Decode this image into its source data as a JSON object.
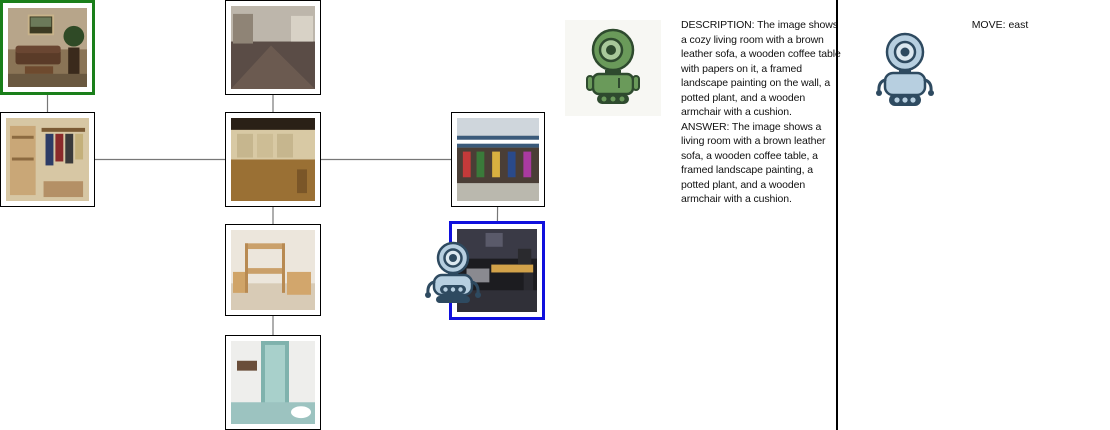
{
  "graph": {
    "nodes": [
      {
        "id": "living-room",
        "scene": "living-room",
        "border": "green"
      },
      {
        "id": "closet",
        "scene": "closet",
        "border": "black"
      },
      {
        "id": "basement-top",
        "scene": "basement",
        "border": "black"
      },
      {
        "id": "empty-hall",
        "scene": "hall",
        "border": "black"
      },
      {
        "id": "bunk-bedroom",
        "scene": "bedroom",
        "border": "black"
      },
      {
        "id": "bathroom",
        "scene": "bathroom",
        "border": "black"
      },
      {
        "id": "street-market",
        "scene": "street",
        "border": "black"
      },
      {
        "id": "studio-room",
        "scene": "studio",
        "border": "blue"
      }
    ],
    "edges": [
      [
        "living-room",
        "closet"
      ],
      [
        "closet",
        "empty-hall"
      ],
      [
        "basement-top",
        "empty-hall"
      ],
      [
        "empty-hall",
        "street-market"
      ],
      [
        "empty-hall",
        "bunk-bedroom"
      ],
      [
        "bunk-bedroom",
        "bathroom"
      ],
      [
        "street-market",
        "studio-room"
      ]
    ],
    "agent_at": "studio-room"
  },
  "colors": {
    "start_border": "#1a7f1a",
    "current_border": "#1010dd",
    "node_border": "#000000",
    "edge": "#777777",
    "robot_green": "#6a9a5a",
    "robot_blue": "#b7cfe0"
  },
  "icons": {
    "speaker_robot": "green-robot-icon",
    "agent_robot": "blue-robot-icon"
  },
  "panel": {
    "description": "DESCRIPTION: The image shows a cozy living room with a brown leather sofa, a wooden coffee table with papers on it, a framed landscape painting on the wall, a potted plant, and a wooden armchair with a cushion.  ANSWER: The image shows a living room with a brown leather sofa, a wooden coffee table, a framed landscape painting, a potted plant, and a wooden armchair with a cushion.",
    "move": "MOVE: east"
  }
}
